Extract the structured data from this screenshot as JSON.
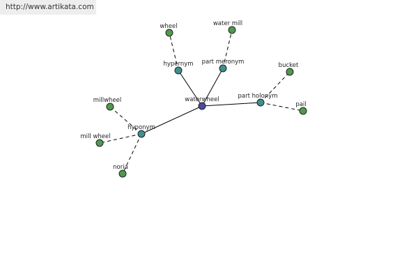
{
  "watermark": {
    "url": "http://www.artikata.com"
  },
  "colors": {
    "root": "#4a4aa0",
    "relation": "#3f8f8f",
    "leaf": "#4e9a4e"
  },
  "nodes": [
    {
      "id": "waterwheel",
      "label": "waterwheel",
      "kind": "root"
    },
    {
      "id": "hypernym",
      "label": "hypernym",
      "kind": "relation"
    },
    {
      "id": "part-meronym",
      "label": "part meronym",
      "kind": "relation"
    },
    {
      "id": "part-holonym",
      "label": "part holonym",
      "kind": "relation"
    },
    {
      "id": "hyponym",
      "label": "hyponym",
      "kind": "relation"
    },
    {
      "id": "wheel",
      "label": "wheel",
      "kind": "leaf"
    },
    {
      "id": "water-mill",
      "label": "water mill",
      "kind": "leaf"
    },
    {
      "id": "bucket",
      "label": "bucket",
      "kind": "leaf"
    },
    {
      "id": "pail",
      "label": "pail",
      "kind": "leaf"
    },
    {
      "id": "millwheel",
      "label": "millwheel",
      "kind": "leaf"
    },
    {
      "id": "mill-wheel",
      "label": "mill wheel",
      "kind": "leaf"
    },
    {
      "id": "noria",
      "label": "noria",
      "kind": "leaf"
    }
  ],
  "edges": [
    {
      "from": "waterwheel",
      "to": "hypernym",
      "style": "solid"
    },
    {
      "from": "waterwheel",
      "to": "part-meronym",
      "style": "solid"
    },
    {
      "from": "waterwheel",
      "to": "part-holonym",
      "style": "solid"
    },
    {
      "from": "waterwheel",
      "to": "hyponym",
      "style": "solid"
    },
    {
      "from": "hypernym",
      "to": "wheel",
      "style": "dashed"
    },
    {
      "from": "part-meronym",
      "to": "water-mill",
      "style": "dashed"
    },
    {
      "from": "part-holonym",
      "to": "bucket",
      "style": "dashed"
    },
    {
      "from": "part-holonym",
      "to": "pail",
      "style": "dashed"
    },
    {
      "from": "hyponym",
      "to": "millwheel",
      "style": "dashed"
    },
    {
      "from": "hyponym",
      "to": "mill-wheel",
      "style": "dashed"
    },
    {
      "from": "hyponym",
      "to": "noria",
      "style": "dashed"
    }
  ]
}
